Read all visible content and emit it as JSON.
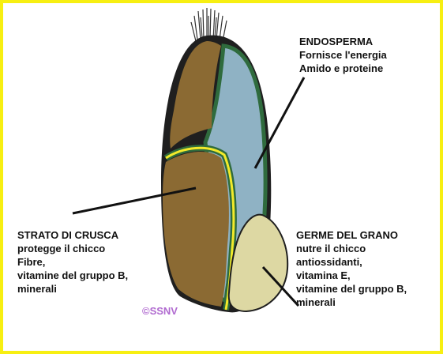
{
  "labels": {
    "endosperm": {
      "title": "ENDOSPERMA",
      "line1": "Fornisce l'energia",
      "line2": "Amido e proteine"
    },
    "bran": {
      "title": "STRATO DI CRUSCA",
      "line1": "protegge il chicco",
      "line2": "Fibre,",
      "line3": "vitamine del gruppo B,",
      "line4": "minerali"
    },
    "germ": {
      "title": "GERME DEL GRANO",
      "line1": "nutre il chicco",
      "line2": "antiossidanti,",
      "line3": "vitamina E,",
      "line4": "vitamine del gruppo B,",
      "line5": "minerali"
    }
  },
  "credit": "©SSNV",
  "colors": {
    "frame": "#f7ef12",
    "bran": "#8b6a33",
    "endosperm": "#8fb2c4",
    "germ": "#ddd8a3",
    "aleurone": "#2f6b3d",
    "seed_coat": "#f2ea2a",
    "credit": "#b06ad0"
  }
}
